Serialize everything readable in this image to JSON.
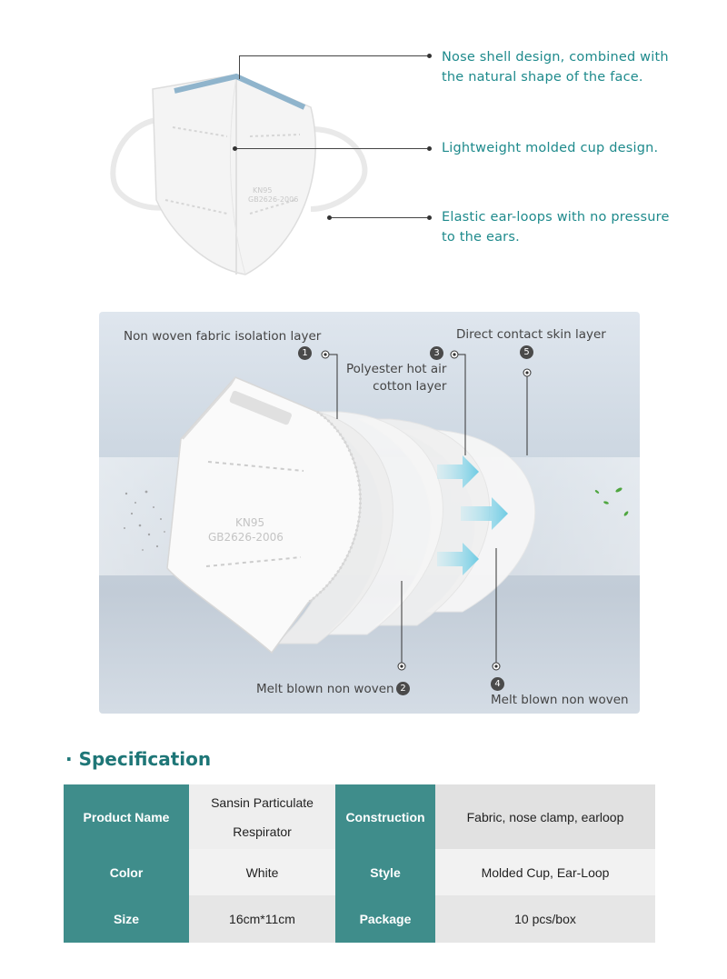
{
  "features": [
    {
      "line1": "Nose shell design, combined with",
      "line2": "the natural shape of the face."
    },
    {
      "line1": "Lightweight molded cup design.",
      "line2": ""
    },
    {
      "line1": "Elastic ear-loops with no pressure",
      "line2": "to the ears."
    }
  ],
  "mask_print": {
    "line1": "KN95",
    "line2": "GB2626-2006"
  },
  "layers": [
    {
      "num": "1",
      "label": "Non woven fabric isolation layer"
    },
    {
      "num": "2",
      "label": "Melt blown non woven"
    },
    {
      "num": "3",
      "label_line1": "Polyester hot air",
      "label_line2": "cotton layer"
    },
    {
      "num": "4",
      "label": "Melt blown non woven"
    },
    {
      "num": "5",
      "label": "Direct contact skin layer"
    }
  ],
  "spec": {
    "title": "Specification",
    "bullet": "·",
    "rows": [
      [
        {
          "h": "Product Name",
          "v_line1": "Sansin Particulate",
          "v_line2": "Respirator"
        },
        {
          "h": "Construction",
          "v": "Fabric, nose clamp, earloop"
        }
      ],
      [
        {
          "h": "Color",
          "v": "White"
        },
        {
          "h": "Style",
          "v": "Molded Cup, Ear-Loop"
        }
      ],
      [
        {
          "h": "Size",
          "v": "16cm*11cm"
        },
        {
          "h": "Package",
          "v": "10 pcs/box"
        }
      ]
    ]
  },
  "colors": {
    "accent": "#1e8a8c",
    "table_header": "#3f8d8b",
    "arrow": "#7fd1e6"
  }
}
